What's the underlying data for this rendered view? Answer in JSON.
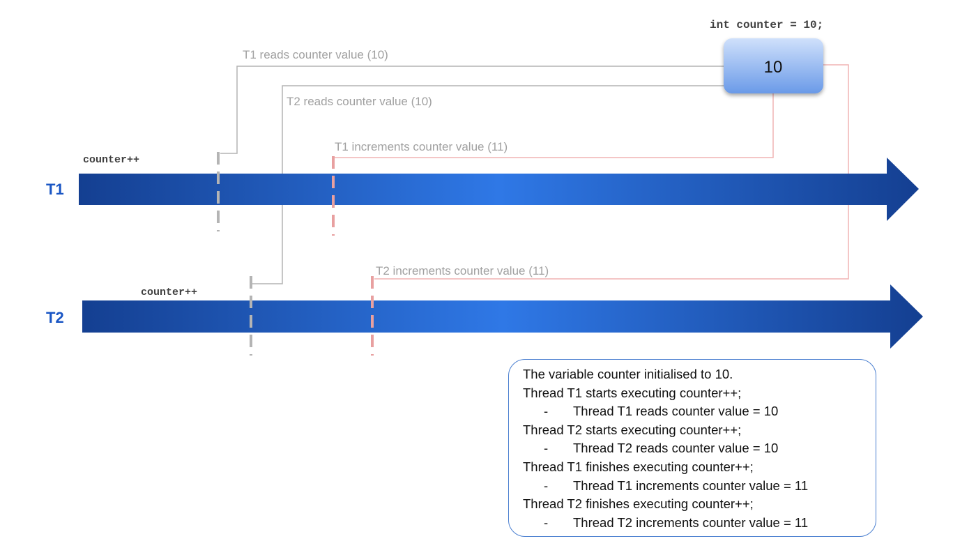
{
  "declaration": "int counter = 10;",
  "box_value": "10",
  "threads": [
    {
      "label": "T1",
      "color": "#1a56c4",
      "code": "counter++"
    },
    {
      "label": "T2",
      "color": "#1a56c4",
      "code": "counter++"
    }
  ],
  "steps": [
    "T1 reads counter value (10)",
    "T2 reads counter value (10)",
    "T1 increments counter value (11)",
    "T2 increments counter value (11)"
  ],
  "colors": {
    "arrow_dark": "#143f91",
    "arrow_light": "#2f78e6",
    "read_marker": "#b4b4b4",
    "write_marker": "#e8a0a0",
    "summary_border": "#4a7fd0"
  },
  "summary": {
    "intro": "The variable counter initialised to 10.",
    "events": [
      {
        "text": "Thread T1 starts executing counter++;",
        "detail": "Thread T1 reads counter value = 10"
      },
      {
        "text": "Thread T2 starts executing counter++;",
        "detail": "Thread T2 reads counter value = 10"
      },
      {
        "text": "Thread T1 finishes executing counter++;",
        "detail": "Thread T1 increments counter value = 11"
      },
      {
        "text": "Thread T2 finishes executing counter++;",
        "detail": "Thread T2 increments counter value = 11"
      }
    ],
    "bullet": "-"
  }
}
